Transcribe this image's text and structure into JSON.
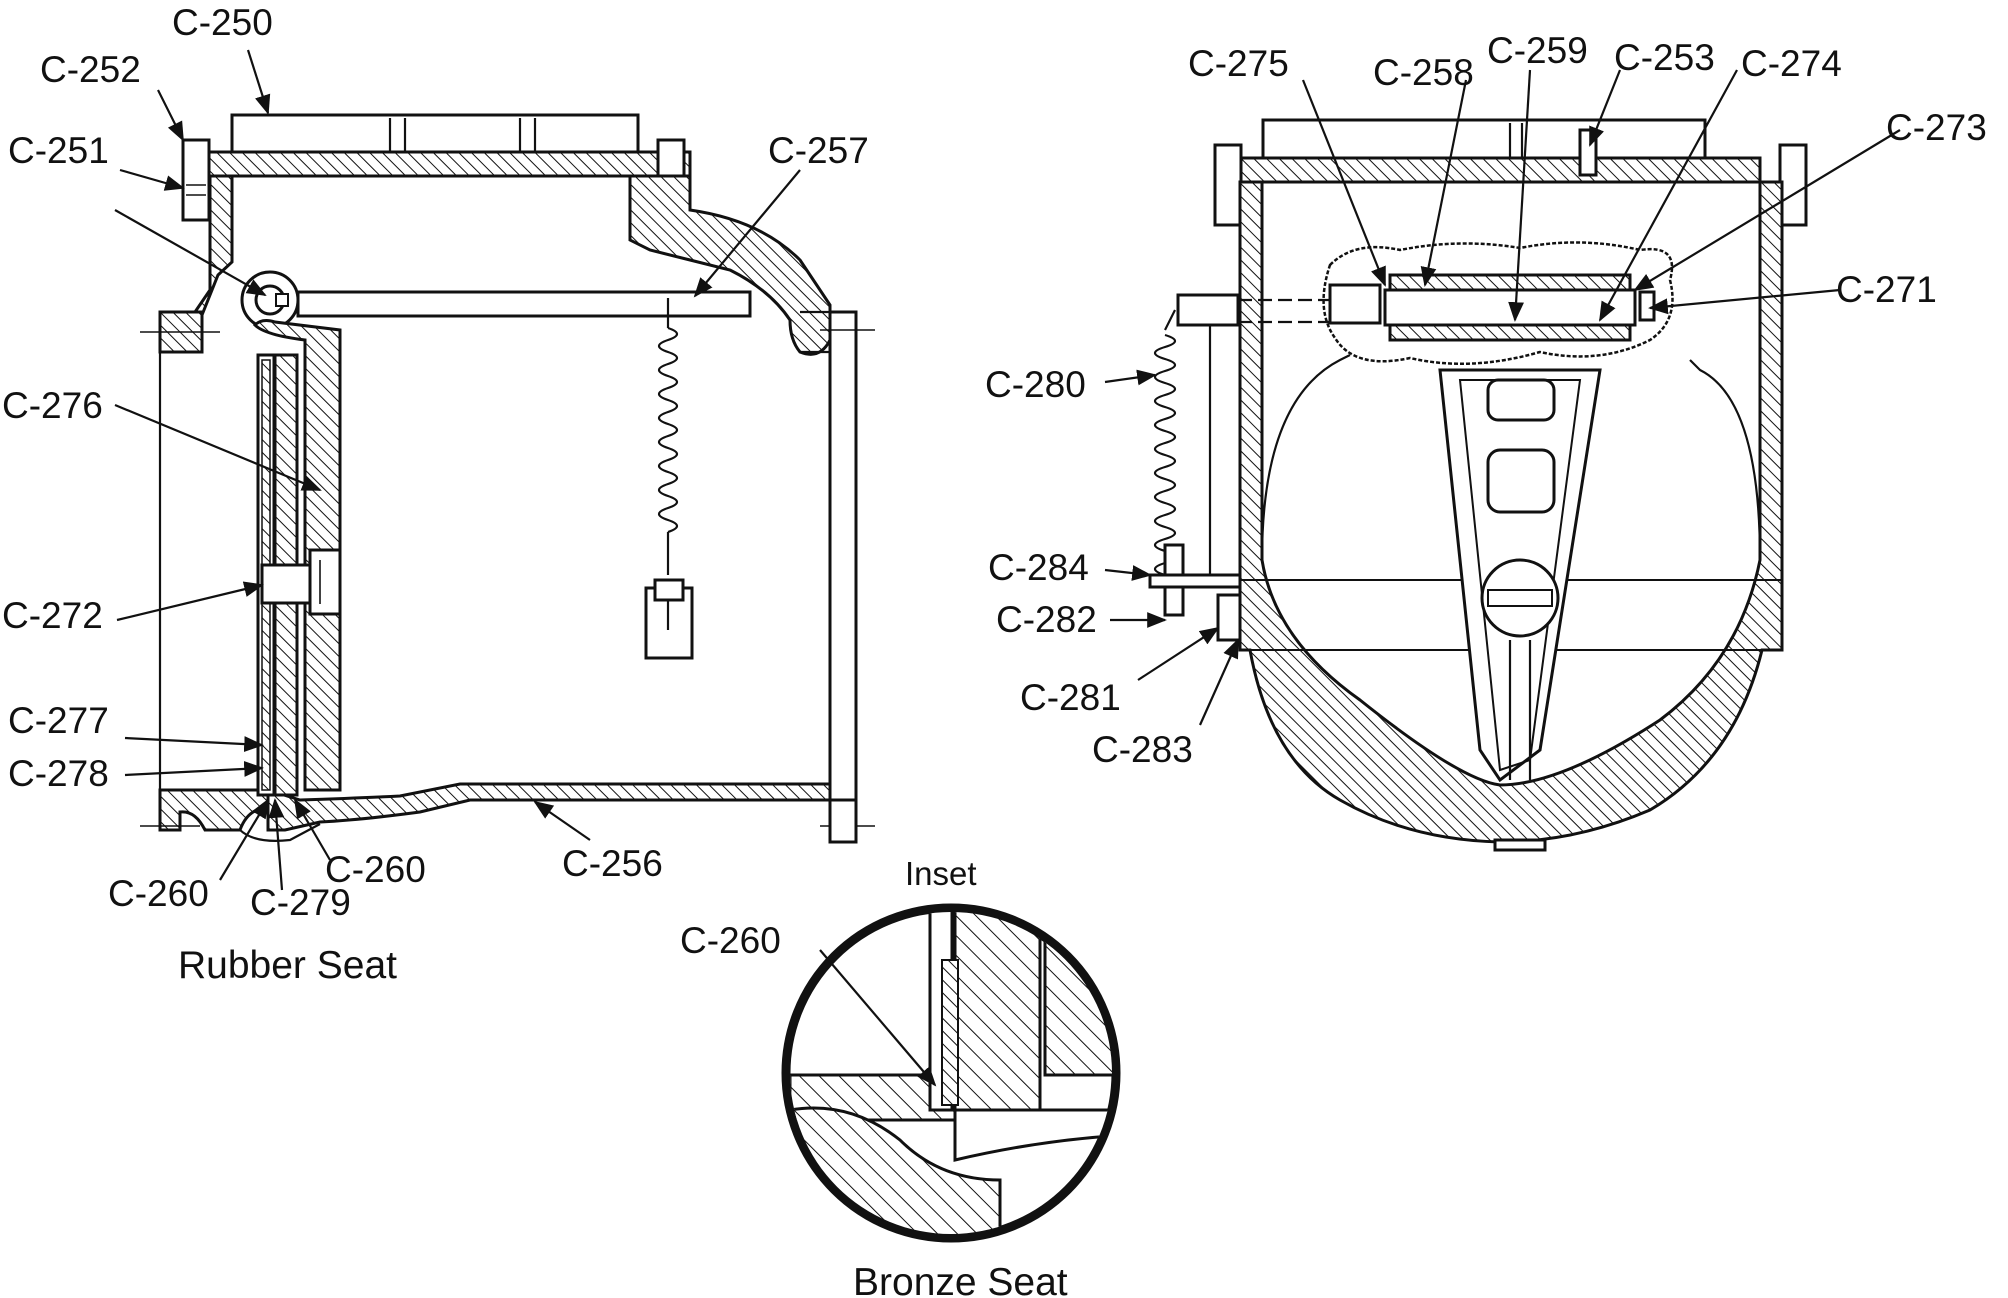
{
  "diagram": {
    "labels": {
      "c250": "C-250",
      "c252": "C-252",
      "c251": "C-251",
      "c257": "C-257",
      "c276": "C-276",
      "c272": "C-272",
      "c277": "C-277",
      "c278": "C-278",
      "c260a": "C-260",
      "c260b": "C-260",
      "c279": "C-279",
      "c256": "C-256",
      "c275": "C-275",
      "c258": "C-258",
      "c259": "C-259",
      "c253": "C-253",
      "c274": "C-274",
      "c273": "C-273",
      "c271": "C-271",
      "c280": "C-280",
      "c284": "C-284",
      "c282": "C-282",
      "c281": "C-281",
      "c283": "C-283",
      "c260c": "C-260"
    },
    "captions": {
      "rubber_seat": "Rubber Seat",
      "bronze_seat": "Bronze Seat",
      "inset": "Inset"
    }
  }
}
